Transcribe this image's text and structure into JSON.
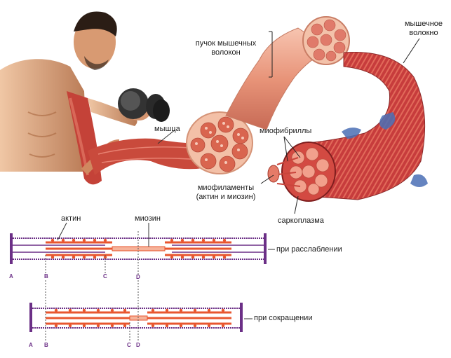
{
  "labels": {
    "muscle_bundle": "пучок мышечных\nволокон",
    "muscle_fiber": "мышечное\nволокно",
    "muscle": "мышца",
    "myofibrils": "миофибриллы",
    "myofilaments": "миофиламенты\n(актин и миозин)",
    "sarcoplasm": "саркоплазма",
    "actin": "актин",
    "myosin": "миозин",
    "relaxed": "при расслаблении",
    "contracted": "при сокращении"
  },
  "band_letters": {
    "top": [
      "A",
      "B",
      "C",
      "D"
    ],
    "bottom": [
      "A",
      "B",
      "C",
      "D"
    ]
  },
  "icons": [
    "man-with-dumbbell",
    "muscle-cross-section",
    "muscle-fiber-bundle",
    "myofibril-tube",
    "sarcomere-relaxed",
    "sarcomere-contracted"
  ],
  "colors": {
    "muscle_red": "#c9423a",
    "muscle_light": "#e8a08a",
    "skin": "#d9a07a",
    "z_line": "#6b2f86",
    "actin": "#e8562f",
    "myosin": "#f6b39a",
    "fiber_blue": "#4a6fb5"
  }
}
